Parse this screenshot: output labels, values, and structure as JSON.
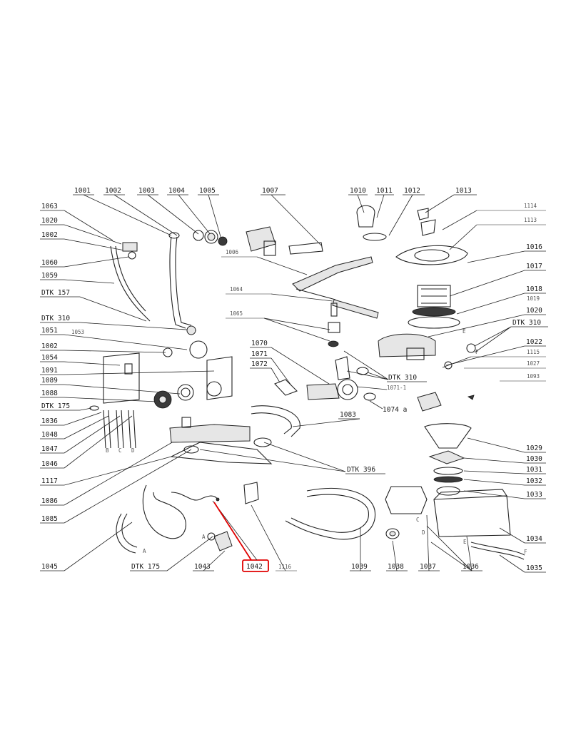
{
  "highlight": {
    "label": "1042",
    "color": "#e00000"
  },
  "labels": {
    "l1001": "1001",
    "l1002a": "1002",
    "l1003": "1003",
    "l1004": "1004",
    "l1005": "1005",
    "l1007": "1007",
    "l1010": "1010",
    "l1011": "1011",
    "l1012": "1012",
    "l1013": "1013",
    "l1114": "1114",
    "l1113": "1113",
    "l1063": "1063",
    "l1020a": "1020",
    "l1002b": "1002",
    "l1060": "1060",
    "l1059": "1059",
    "l1006": "1006",
    "l1064": "1064",
    "l1065": "1065",
    "l1016": "1016",
    "l1017": "1017",
    "l1018": "1018",
    "l1019": "1019",
    "l1020b": "1020",
    "l1022": "1022",
    "l1115": "1115",
    "l1027": "1027",
    "l1093": "1093",
    "ldtk157": "DTK 157",
    "ldtk310a": "DTK 310",
    "ldtk310b": "DTK 310",
    "ldtk310c": "DTK 310",
    "l1051": "1051",
    "l1053": "1053",
    "l1002c": "1002",
    "l1054": "1054",
    "l1091": "1091",
    "l1089": "1089",
    "l1088": "1088",
    "ldtk175a": "DTK 175",
    "l1036a": "1036",
    "l1048": "1048",
    "l1047": "1047",
    "l1046": "1046",
    "l1070": "1070",
    "l1071": "1071",
    "l1072": "1072",
    "l1071b": "1071-1",
    "l1074": "1074 a",
    "l1083": "1083",
    "ldtk396": "DTK 396",
    "l1029": "1029",
    "l1030": "1030",
    "l1031": "1031",
    "l1032": "1032",
    "l1033": "1033",
    "l1117": "1117",
    "l1086": "1086",
    "l1085": "1085",
    "l1045": "1045",
    "ldtk175b": "DTK 175",
    "l1043": "1043",
    "l1042": "1042",
    "l1116": "1116",
    "l1039": "1039",
    "l1038": "1038",
    "l1037": "1037",
    "l1036b": "1036",
    "l1034": "1034",
    "l1035": "1035",
    "lE1": "E",
    "lF1": "F",
    "lB": "B",
    "lC": "C",
    "lD": "D",
    "lA1": "A",
    "lA2": "A",
    "lC2": "C",
    "lD2": "D",
    "lE2": "E",
    "lF2": "F"
  }
}
